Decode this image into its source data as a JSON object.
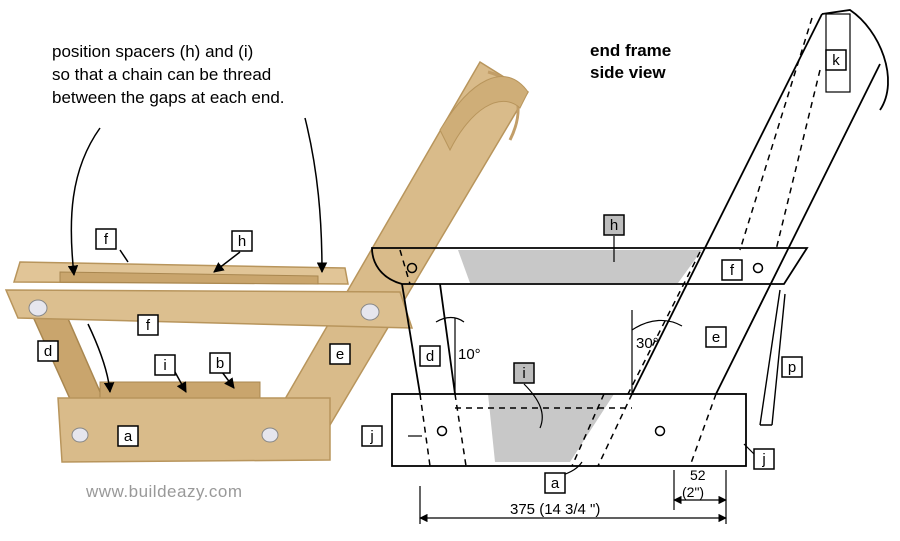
{
  "note": {
    "line1": "position spacers (h) and (i)",
    "line2": "so that a chain can be thread",
    "line3": "between the gaps at each end."
  },
  "heading": {
    "line1": "end frame",
    "line2": "side view"
  },
  "watermark": "www.buildeazy.com",
  "photo_labels": {
    "f_top": "f",
    "h": "h",
    "f_front": "f",
    "d": "d",
    "e": "e",
    "i": "i",
    "b": "b",
    "a": "a"
  },
  "drawing_labels": {
    "h": "h",
    "f": "f",
    "k": "k",
    "e": "e",
    "d": "d",
    "i": "i",
    "p": "p",
    "j_left": "j",
    "j_right": "j",
    "a": "a"
  },
  "angles": {
    "d": "10°",
    "e": "30°"
  },
  "dimensions": {
    "overall": "375  (14 3/4 \")",
    "small": "52",
    "small_imperial": "(2\")"
  },
  "colors": {
    "wood": "#d9bb8a",
    "wood_dark": "#b8955c",
    "shade": "#c8c8c8",
    "line": "#000000",
    "watermark": "#999999"
  }
}
